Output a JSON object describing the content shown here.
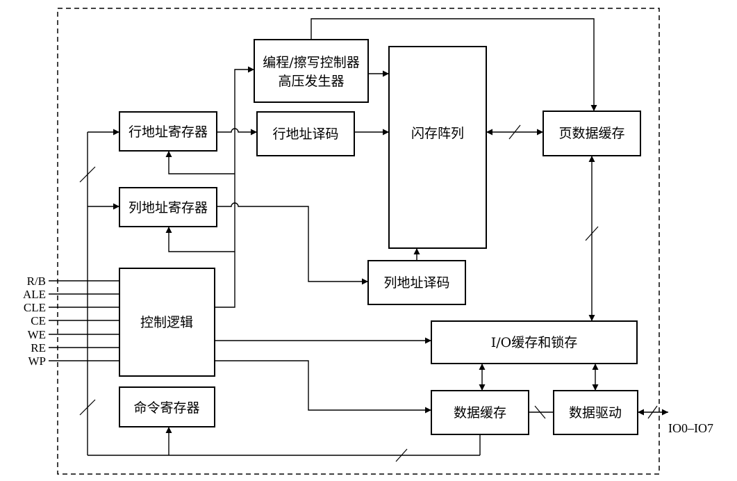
{
  "blocks": {
    "program_ctrl_line1": "编程/擦写控制器",
    "program_ctrl_line2": "高压发生器",
    "flash_array": "闪存阵列",
    "row_addr_reg": "行地址寄存器",
    "row_addr_decode": "行地址译码",
    "page_buffer": "页数据缓存",
    "col_addr_reg": "列地址寄存器",
    "col_addr_decode": "列地址译码",
    "control_logic": "控制逻辑",
    "io_buffer_latch": "I/O缓存和锁存",
    "cmd_reg": "命令寄存器",
    "data_buffer": "数据缓存",
    "data_driver": "数据驱动"
  },
  "pins": [
    "R/B",
    "ALE",
    "CLE",
    "CE",
    "WE",
    "RE",
    "WP"
  ],
  "io_label": "IO0–IO7"
}
